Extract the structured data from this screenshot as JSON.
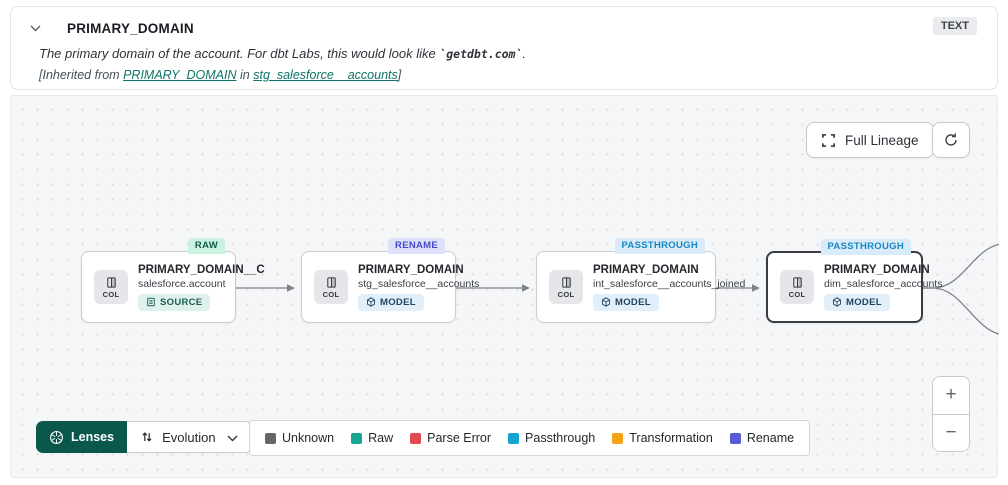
{
  "header": {
    "title": "PRIMARY_DOMAIN",
    "type_badge": "TEXT",
    "description_prefix": "The primary domain of the account. For dbt Labs, this would look like ",
    "description_code": "`getdbt.com`",
    "description_suffix": ".",
    "inherited_prefix": "[Inherited from ",
    "inherited_link_column": "PRIMARY_DOMAIN",
    "inherited_middle": " in ",
    "inherited_link_model": "stg_salesforce__accounts",
    "inherited_suffix": "]"
  },
  "canvas": {
    "full_lineage_label": "Full Lineage",
    "nodes": [
      {
        "badge": "RAW",
        "title": "PRIMARY_DOMAIN__C",
        "subtitle": "salesforce.account",
        "tag": "SOURCE",
        "col_label": "COL",
        "selected": false
      },
      {
        "badge": "RENAME",
        "title": "PRIMARY_DOMAIN",
        "subtitle": "stg_salesforce__accounts",
        "tag": "MODEL",
        "col_label": "COL",
        "selected": false
      },
      {
        "badge": "PASSTHROUGH",
        "title": "PRIMARY_DOMAIN",
        "subtitle": "int_salesforce__accounts_joined",
        "tag": "MODEL",
        "col_label": "COL",
        "selected": false
      },
      {
        "badge": "PASSTHROUGH",
        "title": "PRIMARY_DOMAIN",
        "subtitle": "dim_salesforce_accounts",
        "tag": "MODEL",
        "col_label": "COL",
        "selected": true
      }
    ],
    "zoom_in_label": "+",
    "zoom_out_label": "−"
  },
  "toolbar": {
    "lenses_label": "Lenses",
    "evolution_label": "Evolution"
  },
  "legend": {
    "items": [
      {
        "label": "Unknown",
        "color": "#63666b"
      },
      {
        "label": "Raw",
        "color": "#16a692"
      },
      {
        "label": "Parse Error",
        "color": "#e04a52"
      },
      {
        "label": "Passthrough",
        "color": "#13a3d3"
      },
      {
        "label": "Transformation",
        "color": "#f2a416"
      },
      {
        "label": "Rename",
        "color": "#5a5cd6"
      }
    ]
  },
  "colors": {
    "accent_teal": "#0e7569",
    "lenses_bg": "#0a574b",
    "canvas_bg": "#f5f6f8",
    "edge": "#7d8288"
  }
}
